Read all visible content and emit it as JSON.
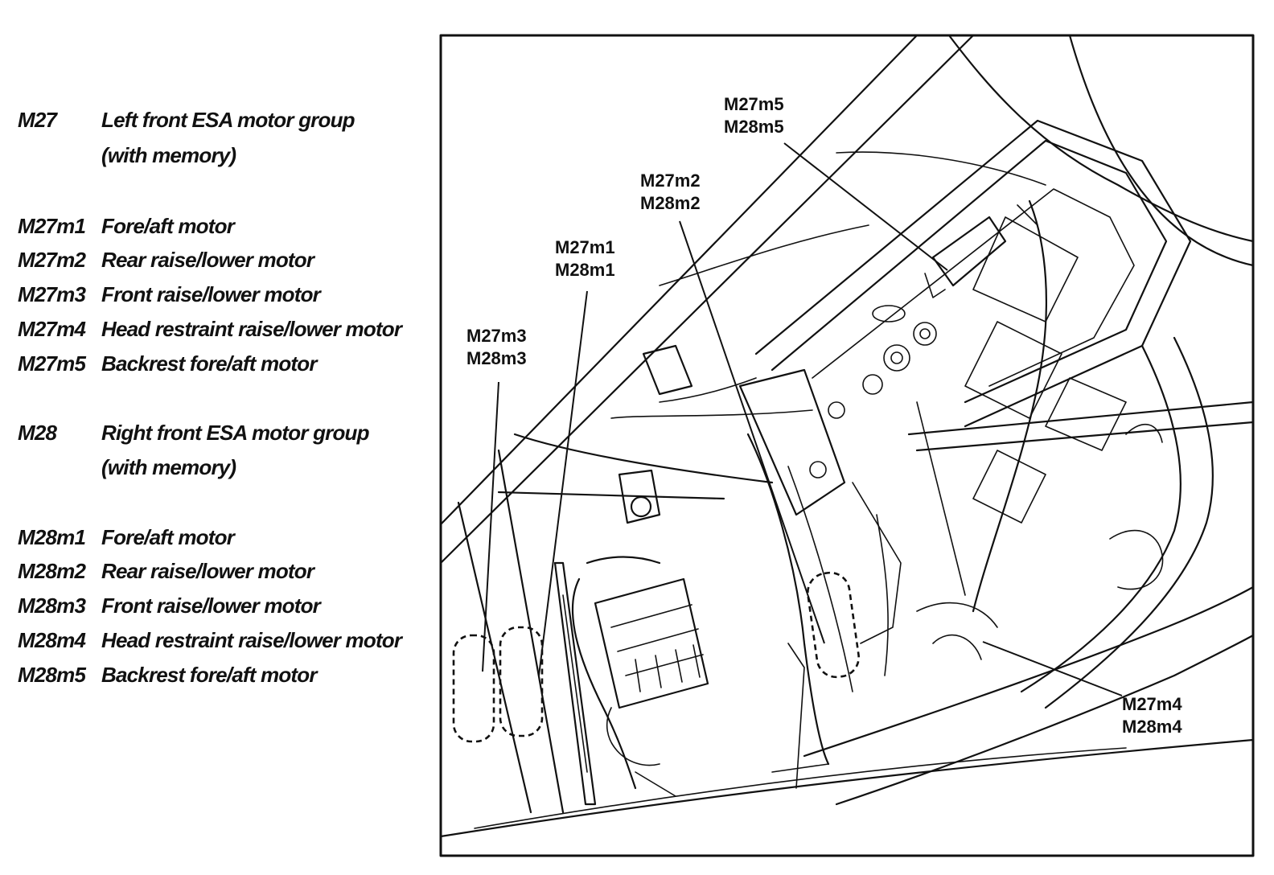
{
  "legend": {
    "m27": {
      "code": "M27",
      "label_line1": "Left front ESA motor group",
      "label_line2": "(with memory)"
    },
    "m27_items": [
      {
        "code": "M27m1",
        "label": "Fore/aft motor"
      },
      {
        "code": "M27m2",
        "label": "Rear raise/lower motor"
      },
      {
        "code": "M27m3",
        "label": "Front raise/lower motor"
      },
      {
        "code": "M27m4",
        "label": "Head restraint raise/lower motor"
      },
      {
        "code": "M27m5",
        "label": "Backrest fore/aft motor"
      }
    ],
    "m28": {
      "code": "M28",
      "label_line1": "Right front ESA motor group",
      "label_line2": "(with memory)"
    },
    "m28_items": [
      {
        "code": "M28m1",
        "label": "Fore/aft motor"
      },
      {
        "code": "M28m2",
        "label": "Rear raise/lower motor"
      },
      {
        "code": "M28m3",
        "label": "Front raise/lower motor"
      },
      {
        "code": "M28m4",
        "label": "Head restraint raise/lower motor"
      },
      {
        "code": "M28m5",
        "label": "Backrest fore/aft motor"
      }
    ]
  },
  "callouts": {
    "m5": {
      "line1": "M27m5",
      "line2": "M28m5"
    },
    "m2": {
      "line1": "M27m2",
      "line2": "M28m2"
    },
    "m1": {
      "line1": "M27m1",
      "line2": "M28m1"
    },
    "m3": {
      "line1": "M27m3",
      "line2": "M28m3"
    },
    "m4": {
      "line1": "M27m4",
      "line2": "M28m4"
    }
  }
}
